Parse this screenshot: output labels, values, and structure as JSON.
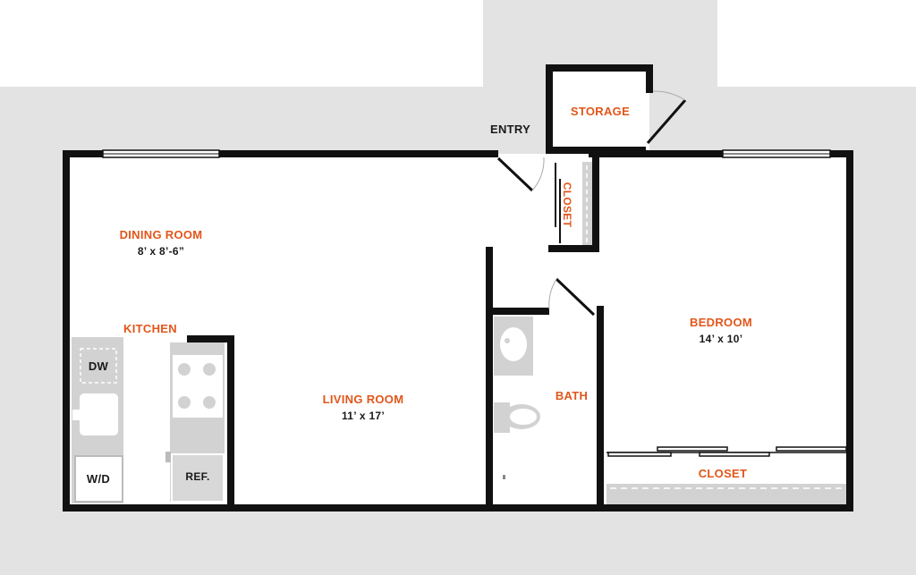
{
  "colors": {
    "accent": "#E2561B",
    "wall": "#111111",
    "text": "#1a1a1a",
    "exterior": "#e3e3e3",
    "fixture": "#d2d2d2"
  },
  "labels": {
    "entry": "ENTRY",
    "storage": "STORAGE",
    "entry_closet": "CLOSET",
    "dining_room": "DINING ROOM",
    "dining_dims": "8’ x 8’-6”",
    "kitchen": "KITCHEN",
    "living_room": "LIVING ROOM",
    "living_dims": "11’ x 17’",
    "bath": "BATH",
    "bedroom": "BEDROOM",
    "bedroom_dims": "14’ x 10’",
    "bedroom_closet": "CLOSET",
    "dishwasher": "DW",
    "washer_dryer": "W/D",
    "refrigerator": "REF."
  }
}
